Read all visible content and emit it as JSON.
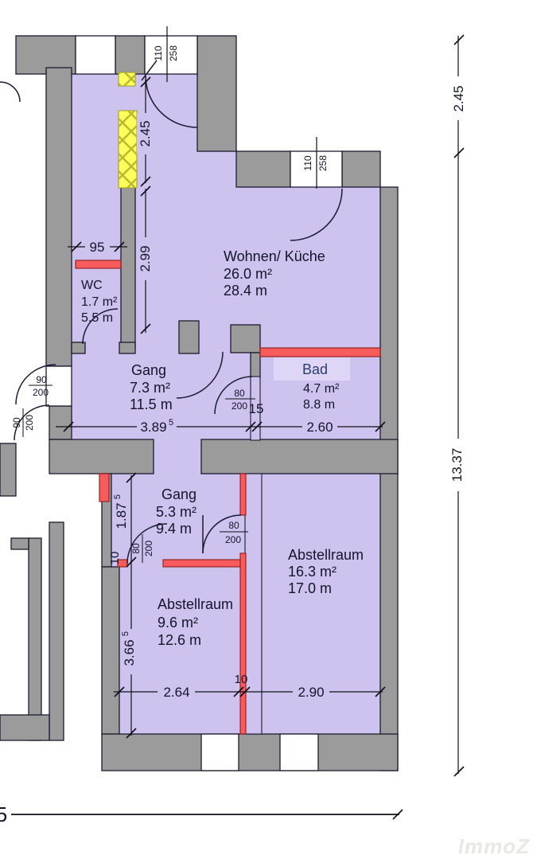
{
  "plan": {
    "watermark": "ImmoZ",
    "colors": {
      "room_fill": "#cec3ef",
      "wall_fill": "#9b9b9b",
      "new_wall_red": "#f75b5b",
      "chimney_yellow": "#ffff5c",
      "bad_highlight": "#ded5f7"
    }
  },
  "rooms": {
    "wc": {
      "name": "WC",
      "area": "1.7 m²",
      "perimeter": "5.5 m"
    },
    "wohnen_kueche": {
      "name": "Wohnen/ Küche",
      "area": "26.0 m²",
      "perimeter": "28.4 m"
    },
    "gang_upper": {
      "name": "Gang",
      "area": "7.3 m²",
      "perimeter": "11.5 m"
    },
    "bad": {
      "name": "Bad",
      "area": "4.7 m²",
      "perimeter": "8.8 m"
    },
    "gang_lower": {
      "name": "Gang",
      "area": "5.3 m²",
      "perimeter": "9.4 m"
    },
    "abstellraum_right": {
      "name": "Abstellraum",
      "area": "16.3 m²",
      "perimeter": "17.0 m"
    },
    "abstellraum_left": {
      "name": "Abstellraum",
      "area": "9.6 m²",
      "perimeter": "12.6 m"
    }
  },
  "dimensions": {
    "wc_opening": "95",
    "hall_width": "2.45",
    "hall_length": "2.99",
    "gang_width": "3.89",
    "gang_width_sup": "5",
    "bad_width": "2.60",
    "wall_15": "15",
    "right_recess": "2.45",
    "right_total": "13.37",
    "gang_lower_height": "1.87",
    "gang_lower_height_sup": "5",
    "abstell_left_height": "3.66",
    "abstell_left_height_sup": "5",
    "wall_10_left": "10",
    "abstell_left_width": "2.64",
    "wall_10_bottom": "10",
    "abstell_right_width": "2.90",
    "bottom_scale_partial": "5"
  },
  "openings": {
    "entrance_window": {
      "width": "110",
      "height": "258"
    },
    "living_window": {
      "width": "110",
      "height": "258"
    },
    "door_bad": {
      "width": "80",
      "height": "200"
    },
    "door_lower_mid": {
      "width": "80",
      "height": "200"
    },
    "door_lower_left": {
      "width": "80",
      "height": "200"
    },
    "door_neighbor_a": {
      "width": "90",
      "height": "200"
    },
    "door_neighbor_b": {
      "width": "90",
      "height": "200"
    }
  }
}
